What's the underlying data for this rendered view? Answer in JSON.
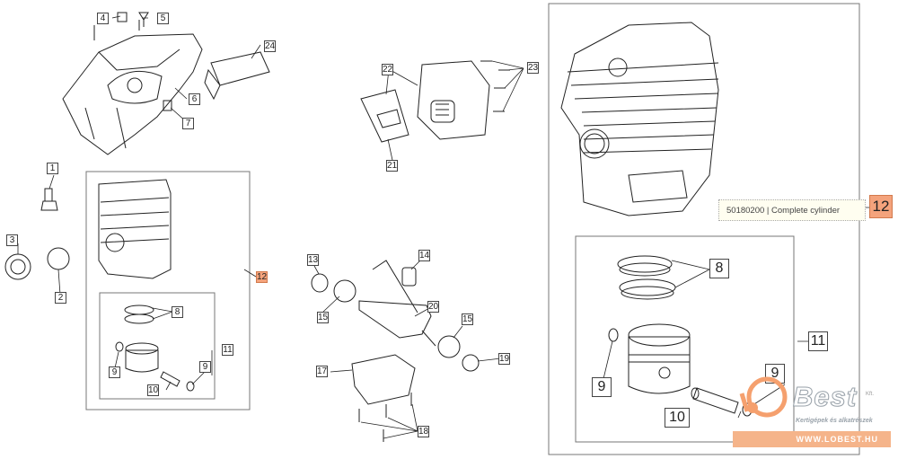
{
  "left_panel": {
    "callouts": {
      "c1": "1",
      "c2": "2",
      "c3": "3",
      "c4": "4",
      "c5": "5",
      "c6": "6",
      "c7": "7",
      "c8": "8",
      "c9a": "9",
      "c9b": "9",
      "c10": "10",
      "c11": "11",
      "c12": "12"
    }
  },
  "middle_panel": {
    "callouts": {
      "c13": "13",
      "c14": "14",
      "c15a": "15",
      "c15b": "15",
      "c17": "17",
      "c18": "18",
      "c19": "19",
      "c20": "20",
      "c21": "21",
      "c22": "22",
      "c23": "23",
      "c24": "24"
    }
  },
  "detail_panel": {
    "caption": "50180200 | Complete cylinder",
    "callouts": {
      "c12": "12",
      "c8": "8",
      "c9a": "9",
      "c9b": "9",
      "c10": "10",
      "c11": "11"
    }
  },
  "logo": {
    "brand": "Best",
    "suffix": "Kft.",
    "tagline": "Kertigépek és alkatrészek",
    "url": "WWW.LOBEST.HU",
    "accent_color": "#f5a06e"
  },
  "colors": {
    "highlight": "#f4a37c",
    "line": "#222222",
    "frame": "#777777"
  }
}
